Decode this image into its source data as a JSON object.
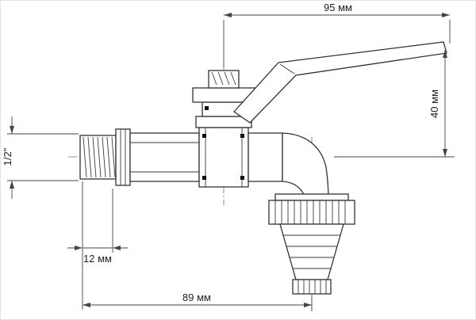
{
  "drawing": {
    "type": "technical-dimension-drawing",
    "subject": "water-tap-with-hose-barb",
    "line_color": "#333333",
    "dimension_color": "#444444",
    "background": "#ffffff"
  },
  "dimensions": {
    "top_width": "95 мм",
    "handle_height": "40 мм",
    "inlet_size": "1/2\"",
    "thread_length": "12 мм",
    "body_length": "89 мм"
  }
}
